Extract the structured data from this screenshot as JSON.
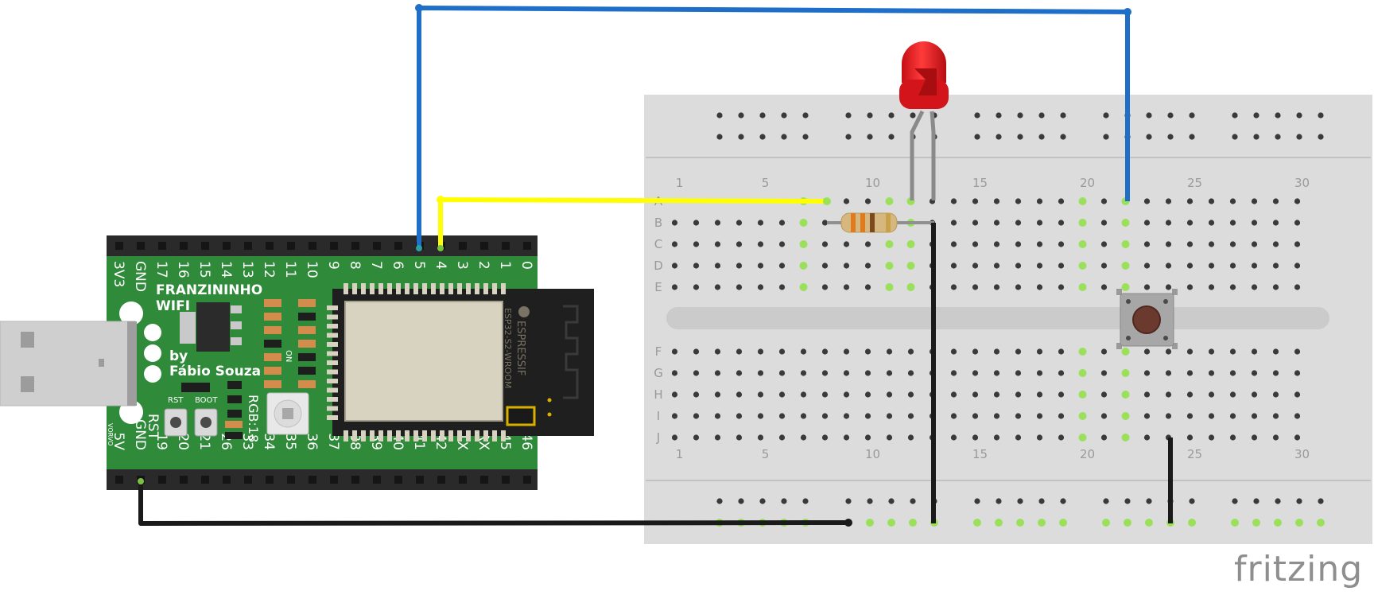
{
  "breadboard": {
    "column_numbers": [
      "1",
      "5",
      "10",
      "15",
      "20",
      "25",
      "30"
    ],
    "row_letters_top": [
      "A",
      "B",
      "C",
      "D",
      "E"
    ],
    "row_letters_bottom": [
      "F",
      "G",
      "H",
      "I",
      "J"
    ]
  },
  "board": {
    "name_line1": "FRANZININHO",
    "name_line2": "WIFI",
    "author_line1": "by",
    "author_line2": "Fábio Souza",
    "pins_top": [
      "3V3",
      "GND",
      "17",
      "16",
      "15",
      "14",
      "13",
      "12",
      "11",
      "10",
      "9",
      "8",
      "7",
      "6",
      "5",
      "4",
      "3",
      "2",
      "1",
      "0"
    ],
    "pins_bottom": [
      "5V",
      "GND",
      "19",
      "20",
      "21",
      "26",
      "33",
      "34",
      "35",
      "36",
      "37",
      "38",
      "39",
      "40",
      "41",
      "42",
      "TX",
      "RX",
      "45",
      "46"
    ],
    "rst_label": "RST",
    "boot_label": "BOOT",
    "rst_side_label": "RST",
    "rgb_label": "RGB:18",
    "on_label": "ON",
    "vorvo_label": "VORVO",
    "module_brand": "ESPRESSIF",
    "module_model": "ESP32-S2-WROOM"
  },
  "colors": {
    "wire_blue": "#1f6fc9",
    "wire_yellow": "#ffff00",
    "wire_black": "#1a1a1a",
    "board_green": "#2f8a3a",
    "led_red": "#e8161b",
    "breadboard_gray": "#dcdcdc"
  },
  "logo": {
    "text": "fritzing"
  }
}
